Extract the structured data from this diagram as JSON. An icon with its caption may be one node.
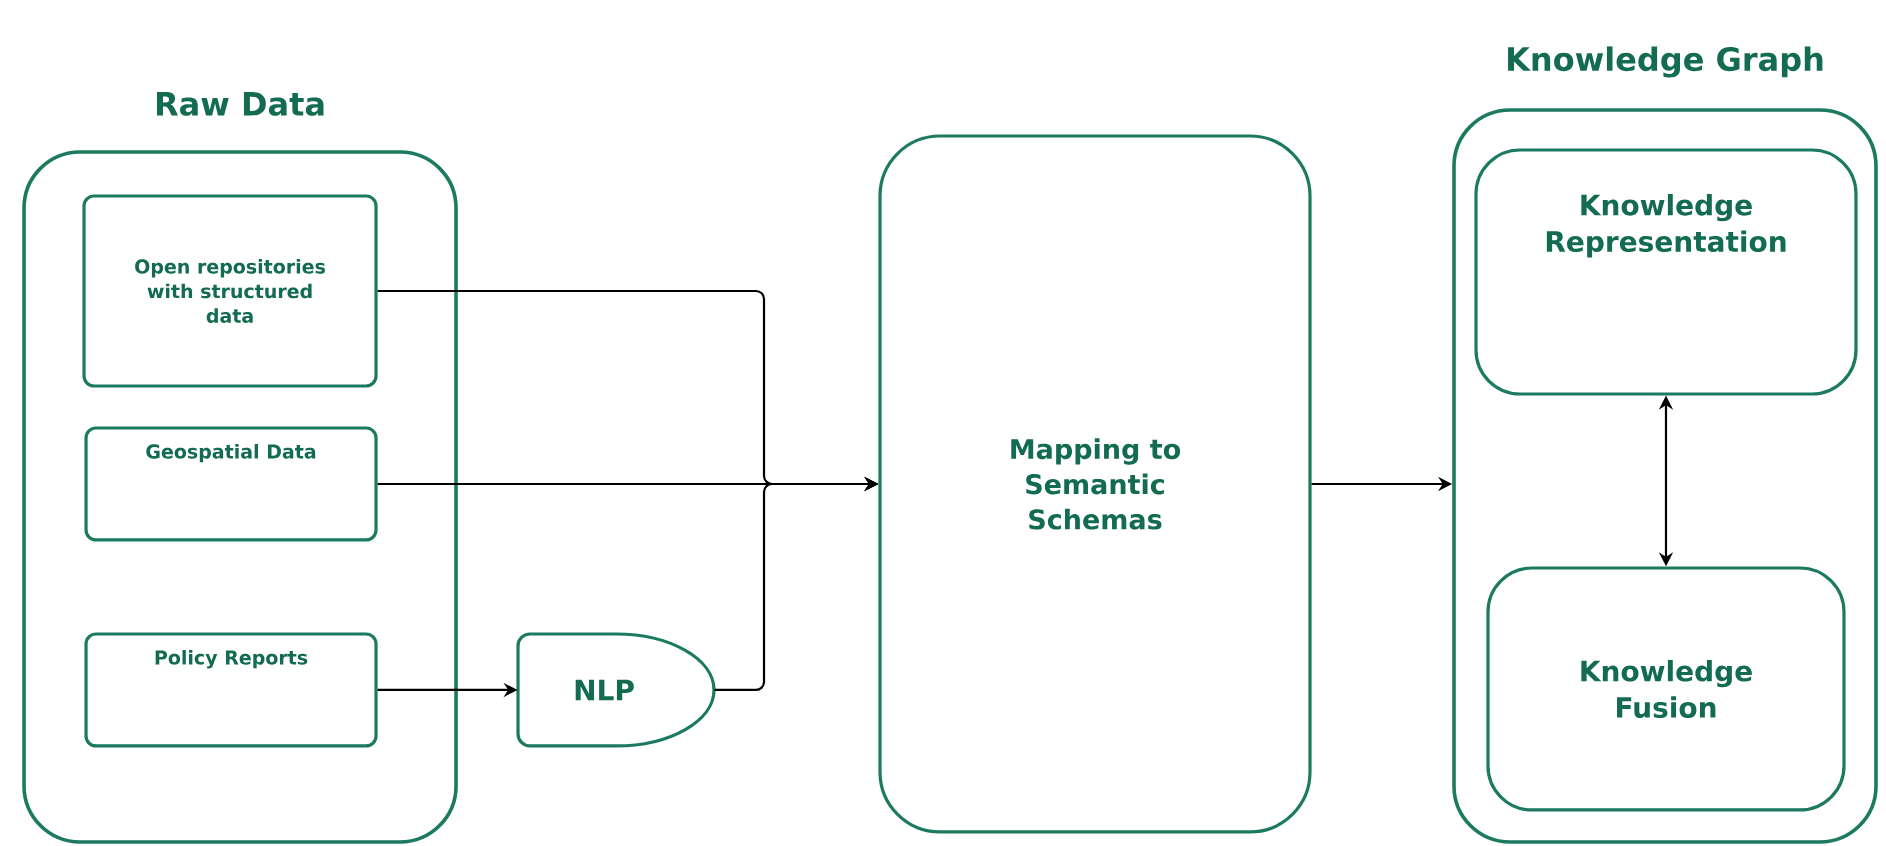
{
  "diagram": {
    "nodes": [
      {
        "text": [
          "Raw Data"
        ]
      },
      {
        "text": [
          "Open repositories with structured data"
        ],
        "in": 0
      },
      {
        "text": [
          "Geospatial Data"
        ],
        "in": 0
      },
      {
        "text": [
          "Policy Reports"
        ],
        "in": 0
      },
      {
        "text": [
          "NLP"
        ]
      },
      {
        "text": [
          "Mapping to Semantic Schemas"
        ]
      },
      {
        "text": [
          "Knowledge Graph"
        ]
      },
      {
        "text": [
          "Knowledge Representation"
        ],
        "in": 6
      },
      {
        "text": [
          "Knowledge Fusion"
        ],
        "in": 6
      }
    ],
    "edges": [
      {
        "from": 1,
        "to": 5,
        "arrow": "to"
      },
      {
        "from": 2,
        "to": 5,
        "arrow": "to"
      },
      {
        "from": 4,
        "to": 5,
        "arrow": "to"
      },
      {
        "from": 3,
        "to": 4,
        "arrow": "to"
      },
      {
        "from": 5,
        "to": 6,
        "arrow": "to"
      },
      {
        "from": 7,
        "to": 8,
        "arrow": "both"
      }
    ]
  }
}
